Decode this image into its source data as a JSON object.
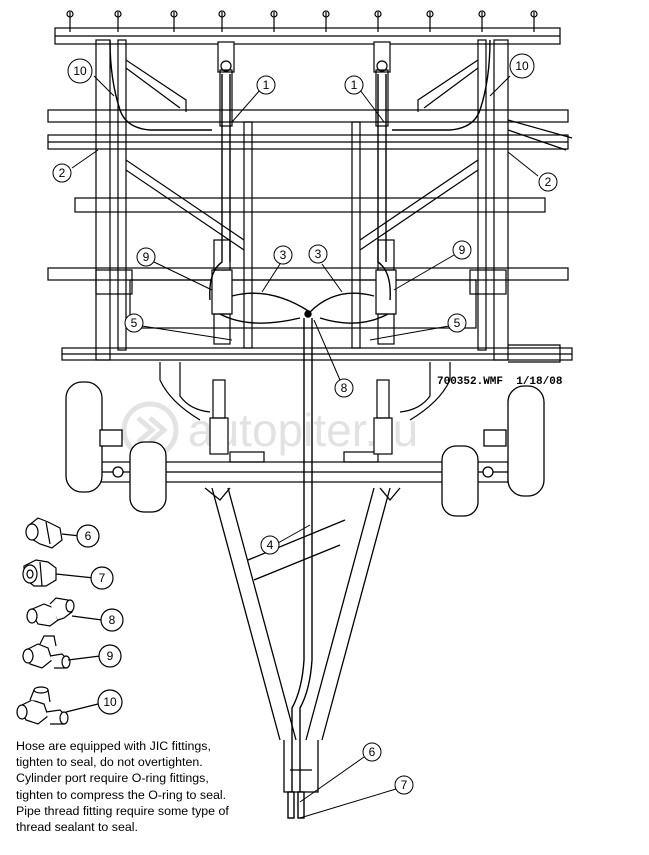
{
  "figure_label": "700352.WMF  1/18/08",
  "watermark": "autopiter.ru",
  "callouts": {
    "c1_left": "1",
    "c1_right": "1",
    "c2_left": "2",
    "c2_right": "2",
    "c3_left": "3",
    "c3_right": "3",
    "c4": "4",
    "c5_left": "5",
    "c5_right": "5",
    "c6_bottom": "6",
    "c7_bottom": "7",
    "c8": "8",
    "c9_left": "9",
    "c9_right": "9",
    "c10_left": "10",
    "c10_right": "10"
  },
  "legend": {
    "item6": "6",
    "item7": "7",
    "item8": "8",
    "item9": "9",
    "item10": "10"
  },
  "note_lines": [
    "Hose are equipped with JIC fittings,",
    "tighten to seal, do not overtighten.",
    "Cylinder port require O-ring fittings,",
    "tighten to compress the O-ring to seal.",
    "Pipe thread fitting require some type of",
    "thread sealant to seal."
  ],
  "colors": {
    "line": "#000000",
    "watermark": "#d9d9d9",
    "background": "#ffffff"
  }
}
